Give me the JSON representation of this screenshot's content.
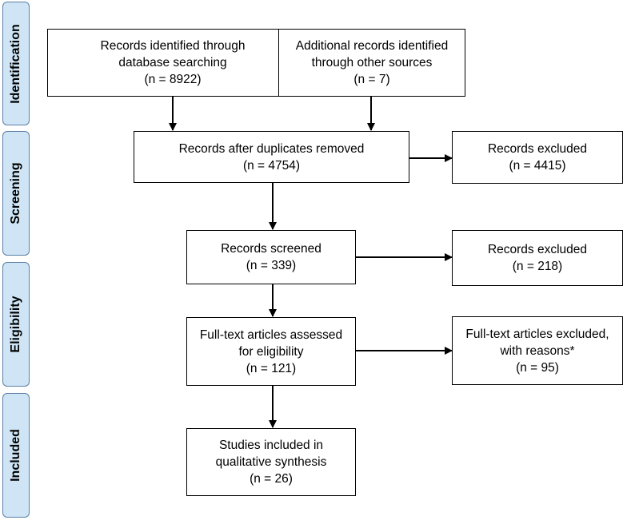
{
  "phases": [
    {
      "label": "Identification"
    },
    {
      "label": "Screening"
    },
    {
      "label": "Eligibility"
    },
    {
      "label": "Included"
    }
  ],
  "boxes": {
    "database": {
      "line1": "Records identified through",
      "line2": "database searching",
      "line3": "(n = 8922)"
    },
    "other": {
      "line1": "Additional records identified",
      "line2": "through other sources",
      "line3": "(n = 7)"
    },
    "duplicates": {
      "line1": "Records after duplicates removed",
      "line2": "(n = 4754)"
    },
    "excluded1": {
      "line1": "Records excluded",
      "line2": "(n = 4415)"
    },
    "screened": {
      "line1": "Records screened",
      "line2": "(n = 339)"
    },
    "excluded2": {
      "line1": "Records excluded",
      "line2": "(n = 218)"
    },
    "fulltext": {
      "line1": "Full-text articles assessed",
      "line2": "for eligibility",
      "line3": "(n = 121)"
    },
    "excluded3": {
      "line1": "Full-text articles excluded,",
      "line2": "with reasons*",
      "line3": "(n = 95)"
    },
    "included": {
      "line1": "Studies included in",
      "line2": "qualitative synthesis",
      "line3": "(n = 26)"
    }
  }
}
